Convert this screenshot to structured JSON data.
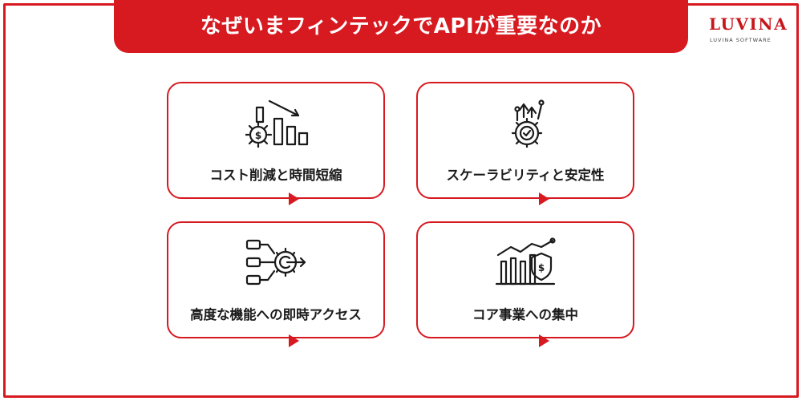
{
  "header": {
    "title": "なぜいまフィンテックでAPIが重要なのか"
  },
  "logo": {
    "word": "LUVINA",
    "sub": "LUVINA SOFTWARE"
  },
  "cards": [
    {
      "label": "コスト削減と時間短縮",
      "icon": "cost-down-gear-chart-icon"
    },
    {
      "label": "スケーラビリティと安定性",
      "icon": "growth-gear-check-icon"
    },
    {
      "label": "高度な機能への即時アクセス",
      "icon": "process-gear-flow-icon"
    },
    {
      "label": "コア事業への集中",
      "icon": "growth-chart-shield-icon"
    }
  ],
  "colors": {
    "accent": "#d71920",
    "text": "#1a1a1a",
    "background": "#ffffff"
  }
}
